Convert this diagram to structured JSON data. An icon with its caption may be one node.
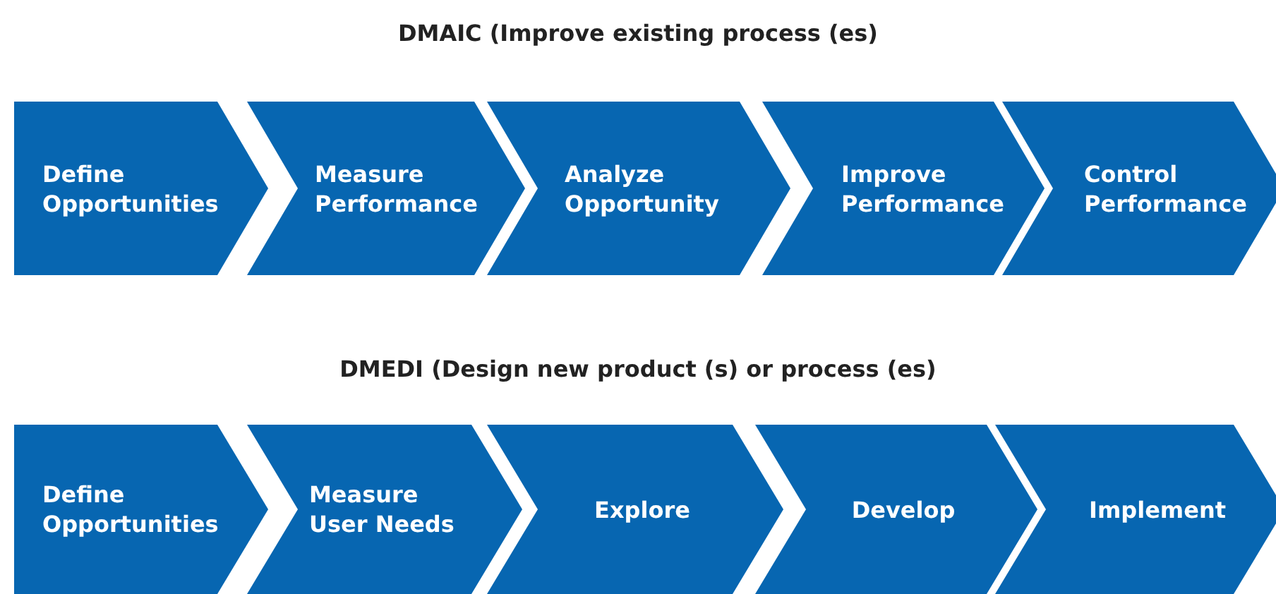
{
  "diagram": {
    "nodes": [
      {
        "text": [
          "Define Opportunities"
        ]
      },
      {
        "text": [
          "Measure Performance"
        ]
      },
      {
        "text": [
          "Analyze Opportunity"
        ]
      },
      {
        "text": [
          "Improve Performance"
        ]
      },
      {
        "text": [
          "Control Performance"
        ]
      },
      {
        "text": [
          "Define Opportunities"
        ]
      },
      {
        "text": [
          "Measure User Needs"
        ]
      },
      {
        "text": [
          "Explore"
        ]
      },
      {
        "text": [
          "Develop"
        ]
      },
      {
        "text": [
          "Implement"
        ]
      }
    ],
    "labels": [
      "DMAIC (Improve existing process (es)",
      "DMEDI (Design new product (s) or process (es)"
    ]
  }
}
